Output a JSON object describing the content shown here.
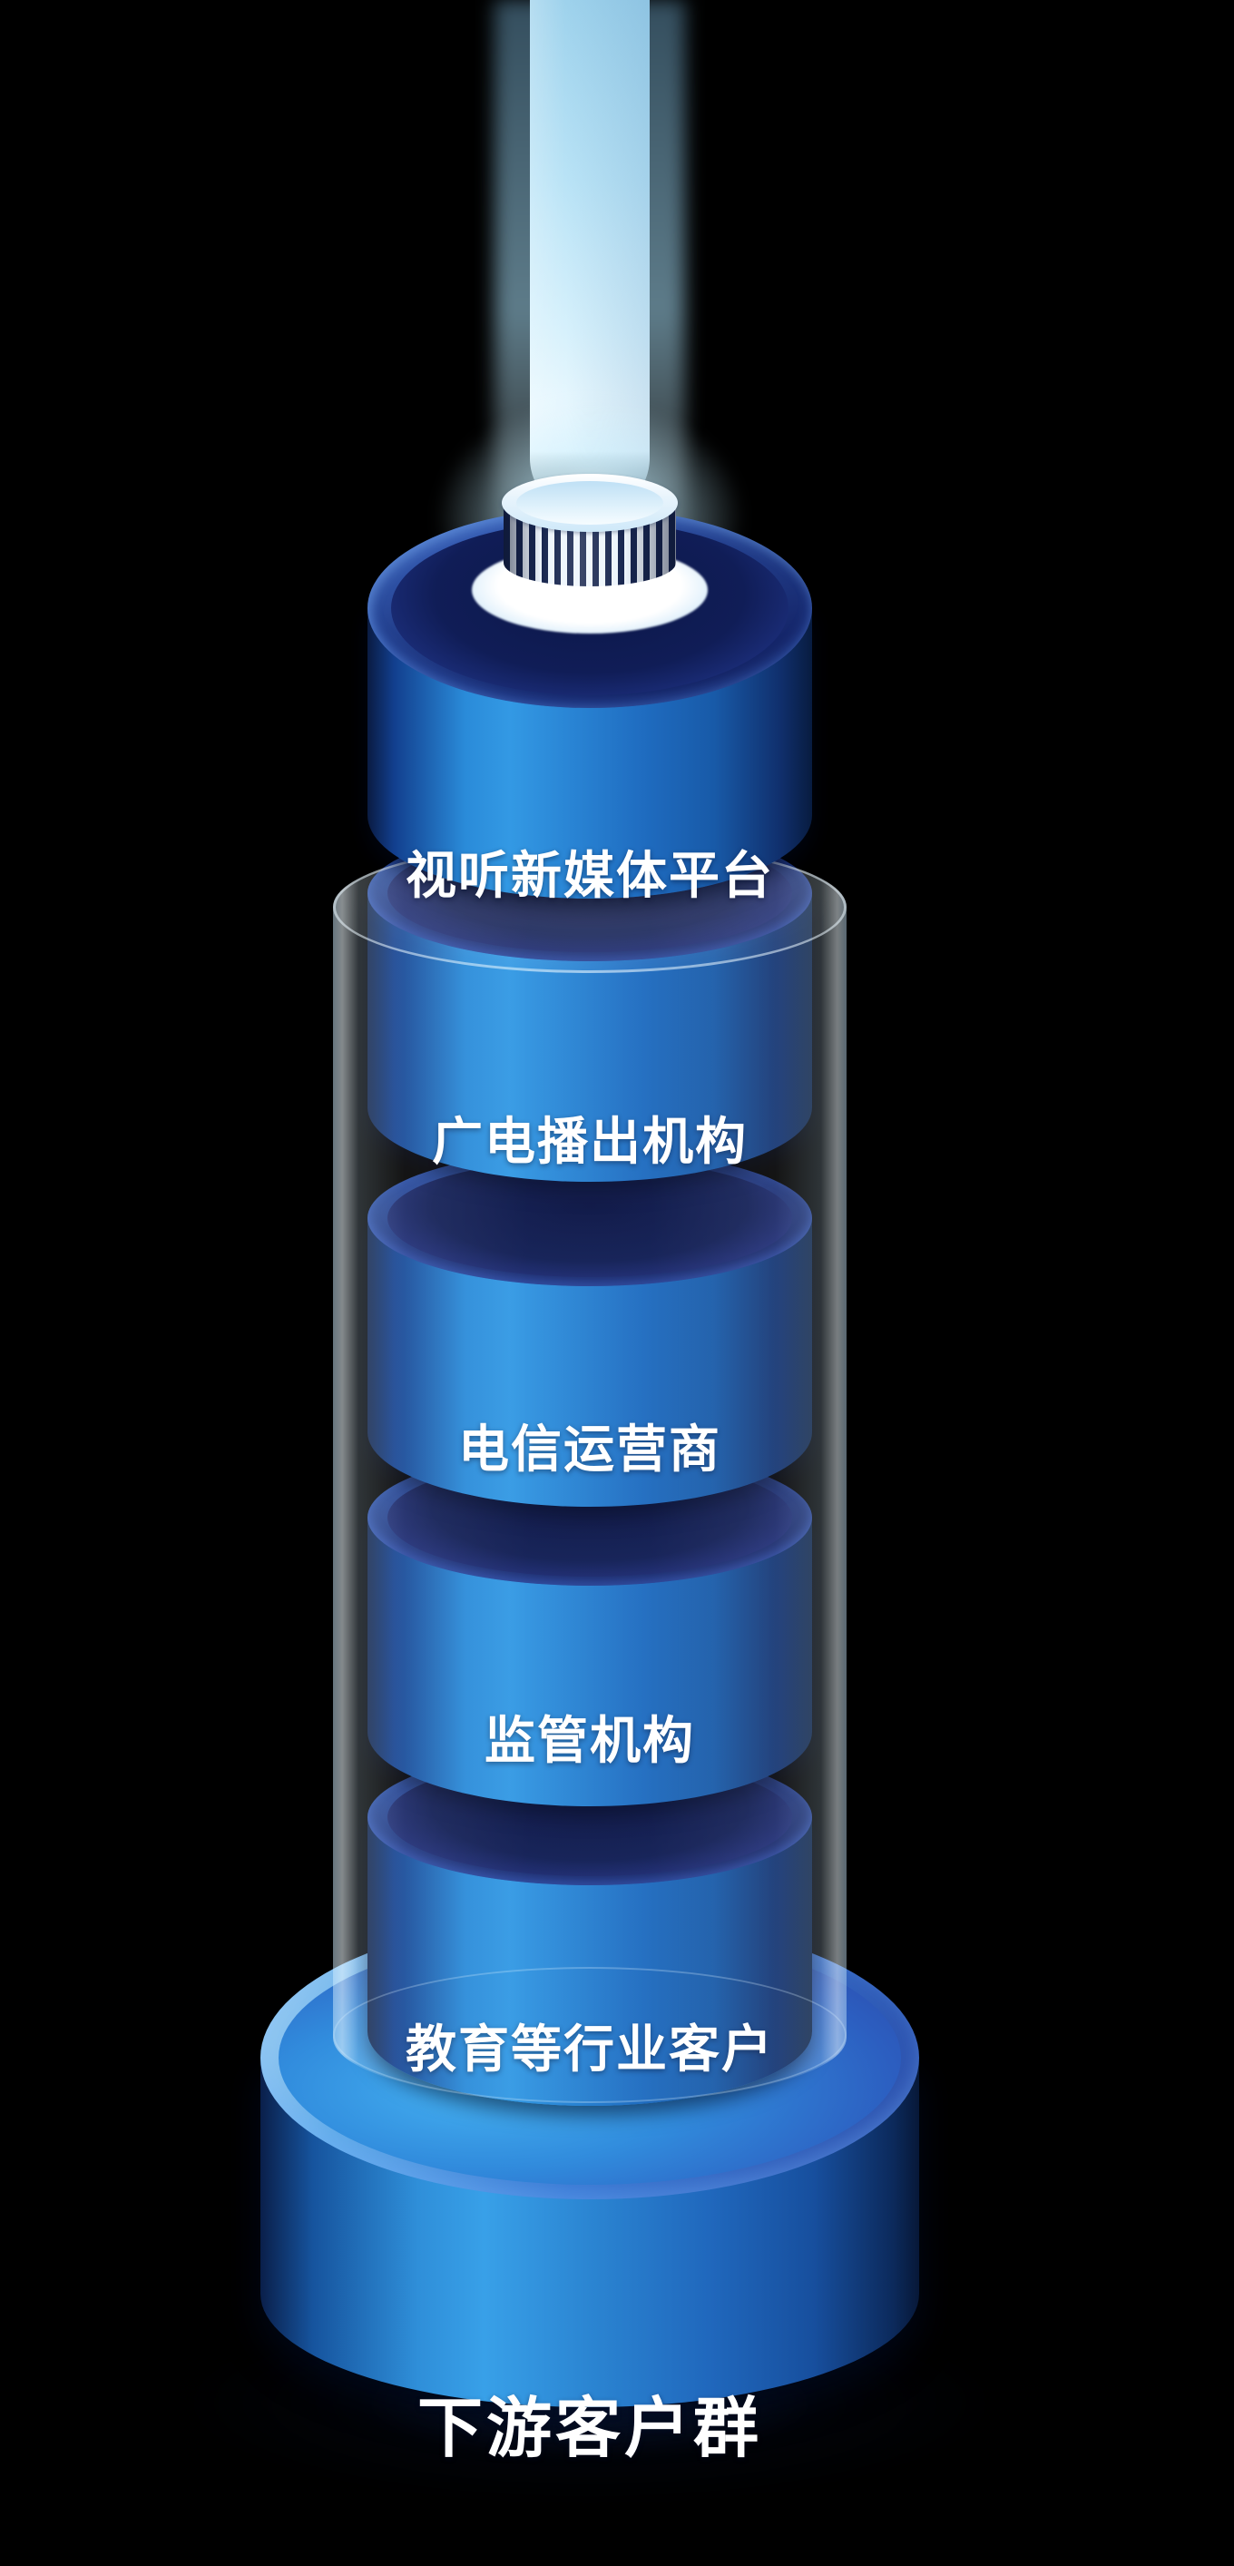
{
  "colors": {
    "background": "#000000",
    "cylinder_bright": "#3399e4",
    "cylinder_dark": "#0a1b42",
    "top_face": "#16276e",
    "beam": "#bfe6f7",
    "base_ring": "#62ace9",
    "label_text": "#ffffff"
  },
  "diagram": {
    "type": "stacked-cylinder-tower",
    "layers": [
      {
        "label": "视听新媒体平台"
      },
      {
        "label": "广电播出机构"
      },
      {
        "label": "电信运营商"
      },
      {
        "label": "监管机构"
      },
      {
        "label": "教育等行业客户"
      }
    ],
    "base": {
      "label": "下游客户群"
    }
  }
}
